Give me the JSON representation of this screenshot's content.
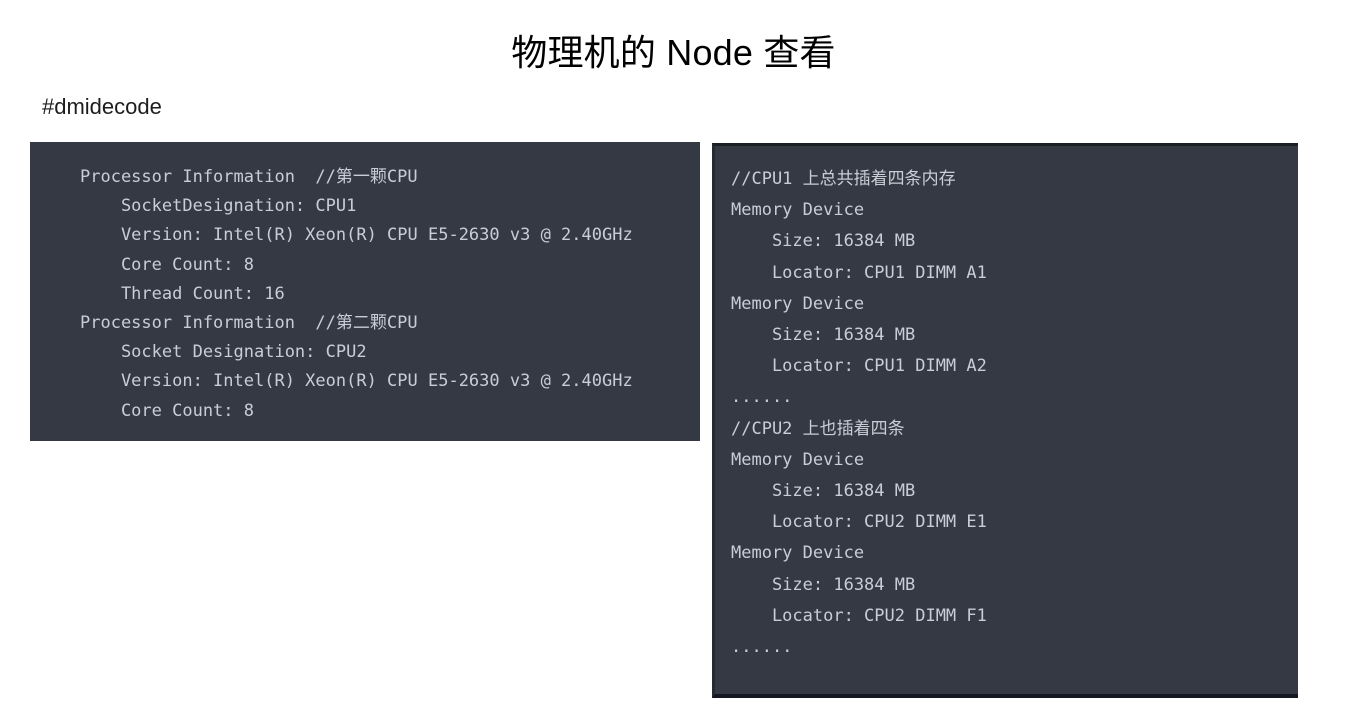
{
  "slide": {
    "title": "物理机的 Node 查看",
    "command": "#dmidecode"
  },
  "cpu_block": {
    "name": "processor-information-output",
    "text": "Processor Information  //第一颗CPU\n    SocketDesignation: CPU1\n    Version: Intel(R) Xeon(R) CPU E5-2630 v3 @ 2.40GHz\n    Core Count: 8\n    Thread Count: 16\nProcessor Information  //第二颗CPU\n    Socket Designation: CPU2\n    Version: Intel(R) Xeon(R) CPU E5-2630 v3 @ 2.40GHz\n    Core Count: 8",
    "lines": [
      "Processor Information  //第一颗CPU",
      "    SocketDesignation: CPU1",
      "    Version: Intel(R) Xeon(R) CPU E5-2630 v3 @ 2.40GHz",
      "    Core Count: 8",
      "    Thread Count: 16",
      "Processor Information  //第二颗CPU",
      "    Socket Designation: CPU2",
      "    Version: Intel(R) Xeon(R) CPU E5-2630 v3 @ 2.40GHz",
      "    Core Count: 8"
    ]
  },
  "memory_block": {
    "name": "memory-device-output",
    "text": "//CPU1 上总共插着四条内存\nMemory Device\n    Size: 16384 MB\n    Locator: CPU1 DIMM A1\nMemory Device\n    Size: 16384 MB\n    Locator: CPU1 DIMM A2\n......\n//CPU2 上也插着四条\nMemory Device\n    Size: 16384 MB\n    Locator: CPU2 DIMM E1\nMemory Device\n    Size: 16384 MB\n    Locator: CPU2 DIMM F1\n......",
    "lines": [
      "//CPU1 上总共插着四条内存",
      "Memory Device",
      "    Size: 16384 MB",
      "    Locator: CPU1 DIMM A1",
      "Memory Device",
      "    Size: 16384 MB",
      "    Locator: CPU1 DIMM A2",
      "......",
      "//CPU2 上也插着四条",
      "Memory Device",
      "    Size: 16384 MB",
      "    Locator: CPU2 DIMM E1",
      "Memory Device",
      "    Size: 16384 MB",
      "    Locator: CPU2 DIMM F1",
      "......"
    ]
  },
  "colors": {
    "page_background": "#ffffff",
    "code_background": "#343944",
    "code_text": "#c9cdd6",
    "title_text": "#000000",
    "caption_text": "#1d1d1d",
    "code_border": "#1b1f26"
  }
}
